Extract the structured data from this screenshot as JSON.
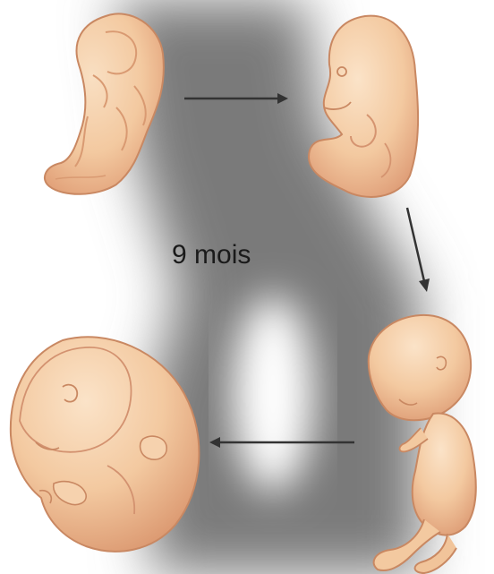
{
  "diagram": {
    "label": "9 mois",
    "colors": {
      "skin": "#f3c9a0",
      "skin_light": "#f9dfc2",
      "skin_shadow": "#e2a27a",
      "outline": "#c98862",
      "arrow": "#333333",
      "backdrop": "#7d7d7d"
    },
    "stages": [
      {
        "name": "early-embryo",
        "icon": "embryo-early-icon"
      },
      {
        "name": "curled-embryo",
        "icon": "embryo-curled-icon"
      },
      {
        "name": "fetus",
        "icon": "fetus-icon"
      },
      {
        "name": "full-term-fetus",
        "icon": "fetus-full-term-icon"
      }
    ]
  }
}
